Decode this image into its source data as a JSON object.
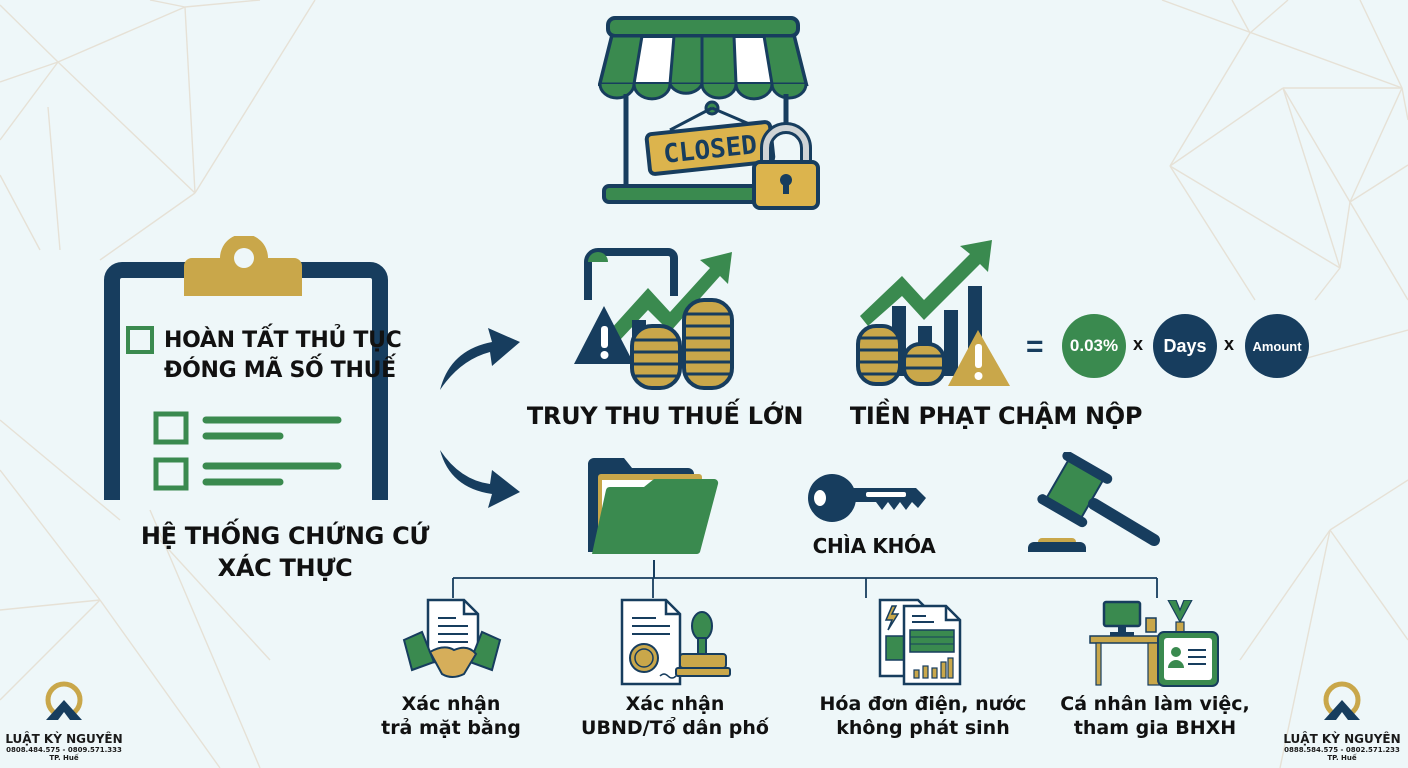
{
  "colors": {
    "background": "#eef7f9",
    "navy": "#173d5e",
    "green": "#3a8a4f",
    "gold": "#c9a74a",
    "line": "#e6e1d6"
  },
  "hero": {
    "icon": "closed-store-icon",
    "sign_text": "CLOSED"
  },
  "clipboard": {
    "title_line1": "HOÀN TẤT THỦ TỤC",
    "title_line2": "ĐÓNG MÃ SỐ THUẾ",
    "caption_line1": "HỆ THỐNG CHỨNG CỨ",
    "caption_line2": "XÁC THỰC"
  },
  "risks": [
    {
      "label": "TRUY THU THUẾ LỚN",
      "icon": "tax-arrears-icon"
    },
    {
      "label": "TIỀN PHẠT CHẬM NỘP",
      "icon": "late-penalty-icon"
    }
  ],
  "formula": {
    "equals": "=",
    "rate": "0.03%",
    "times": "x",
    "days": "Days",
    "amount": "Amount"
  },
  "evidence": {
    "folder_icon": "folder-icon",
    "key_label": "CHÌA KHÓA",
    "gavel_icon": "gavel-icon"
  },
  "documents": [
    {
      "line1": "Xác nhận",
      "line2": "trả mặt bằng",
      "icon": "handshake-document-icon"
    },
    {
      "line1": "Xác nhận",
      "line2": "UBND/Tổ dân phố",
      "icon": "stamped-certificate-icon"
    },
    {
      "line1": "Hóa đơn điện, nước",
      "line2": "không phát sinh",
      "icon": "utility-bill-icon"
    },
    {
      "line1": "Cá nhân làm việc,",
      "line2": "tham gia BHXH",
      "icon": "employee-id-desk-icon"
    }
  ],
  "logos": [
    {
      "name": "LUẬT KỲ NGUYÊN",
      "phone": "0808.484.575 - 0809.571.333",
      "city": "TP. Huế"
    },
    {
      "name": "LUẬT KỲ NGUYÊN",
      "phone": "0888.584.575 - 0802.571.233",
      "city": "TP. Huế"
    }
  ]
}
